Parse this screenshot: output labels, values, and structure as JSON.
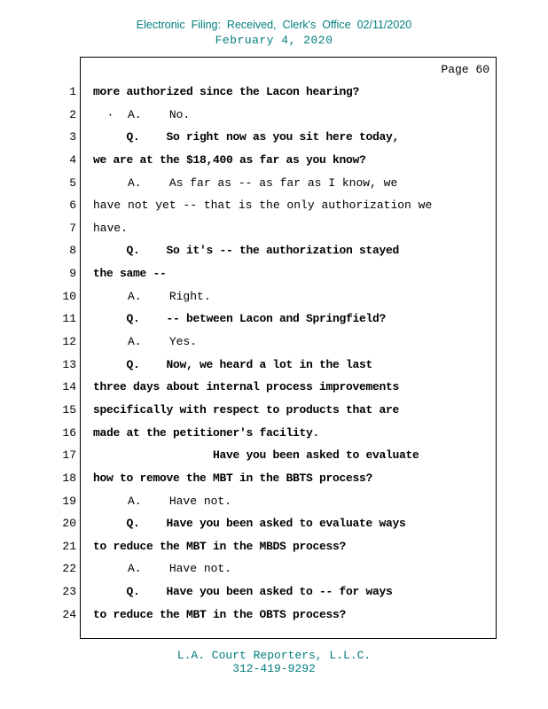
{
  "colors": {
    "header_footer": "#007d7d",
    "body_text": "#000000"
  },
  "header": {
    "line1": "Electronic  Filing:  Received,  Clerk's  Office  02/11/2020",
    "line2": "February 4, 2020"
  },
  "transcript": {
    "page_label": "Page 60",
    "lines": [
      {
        "n": "1",
        "text": "more authorized since the Lacon hearing?",
        "bold": true
      },
      {
        "n": "2",
        "text": "  ·  A.    No.",
        "bold": false
      },
      {
        "n": "3",
        "text": "     Q.    So right now as you sit here today,",
        "bold": true
      },
      {
        "n": "4",
        "text": "we are at the $18,400 as far as you know?",
        "bold": true
      },
      {
        "n": "5",
        "text": "     A.    As far as -- as far as I know, we",
        "bold": false
      },
      {
        "n": "6",
        "text": "have not yet -- that is the only authorization we",
        "bold": false
      },
      {
        "n": "7",
        "text": "have.",
        "bold": false
      },
      {
        "n": "8",
        "text": "     Q.    So it's -- the authorization stayed",
        "bold": true
      },
      {
        "n": "9",
        "text": "the same --",
        "bold": true
      },
      {
        "n": "10",
        "text": "     A.    Right.",
        "bold": false
      },
      {
        "n": "11",
        "text": "     Q.    -- between Lacon and Springfield?",
        "bold": true
      },
      {
        "n": "12",
        "text": "     A.    Yes.",
        "bold": false
      },
      {
        "n": "13",
        "text": "     Q.    Now, we heard a lot in the last",
        "bold": true
      },
      {
        "n": "14",
        "text": "three days about internal process improvements",
        "bold": true
      },
      {
        "n": "15",
        "text": "specifically with respect to products that are",
        "bold": true
      },
      {
        "n": "16",
        "text": "made at the petitioner's facility.",
        "bold": true
      },
      {
        "n": "17",
        "text": "                  Have you been asked to evaluate",
        "bold": true
      },
      {
        "n": "18",
        "text": "how to remove the MBT in the BBTS process?",
        "bold": true
      },
      {
        "n": "19",
        "text": "     A.    Have not.",
        "bold": false
      },
      {
        "n": "20",
        "text": "     Q.    Have you been asked to evaluate ways",
        "bold": true
      },
      {
        "n": "21",
        "text": "to reduce the MBT in the MBDS process?",
        "bold": true
      },
      {
        "n": "22",
        "text": "     A.    Have not.",
        "bold": false
      },
      {
        "n": "23",
        "text": "     Q.    Have you been asked to -- for ways",
        "bold": true
      },
      {
        "n": "24",
        "text": "to reduce the MBT in the OBTS process?",
        "bold": true
      }
    ]
  },
  "footer": {
    "company": "L.A. Court Reporters, L.L.C.",
    "phone": "312-419-9292"
  }
}
